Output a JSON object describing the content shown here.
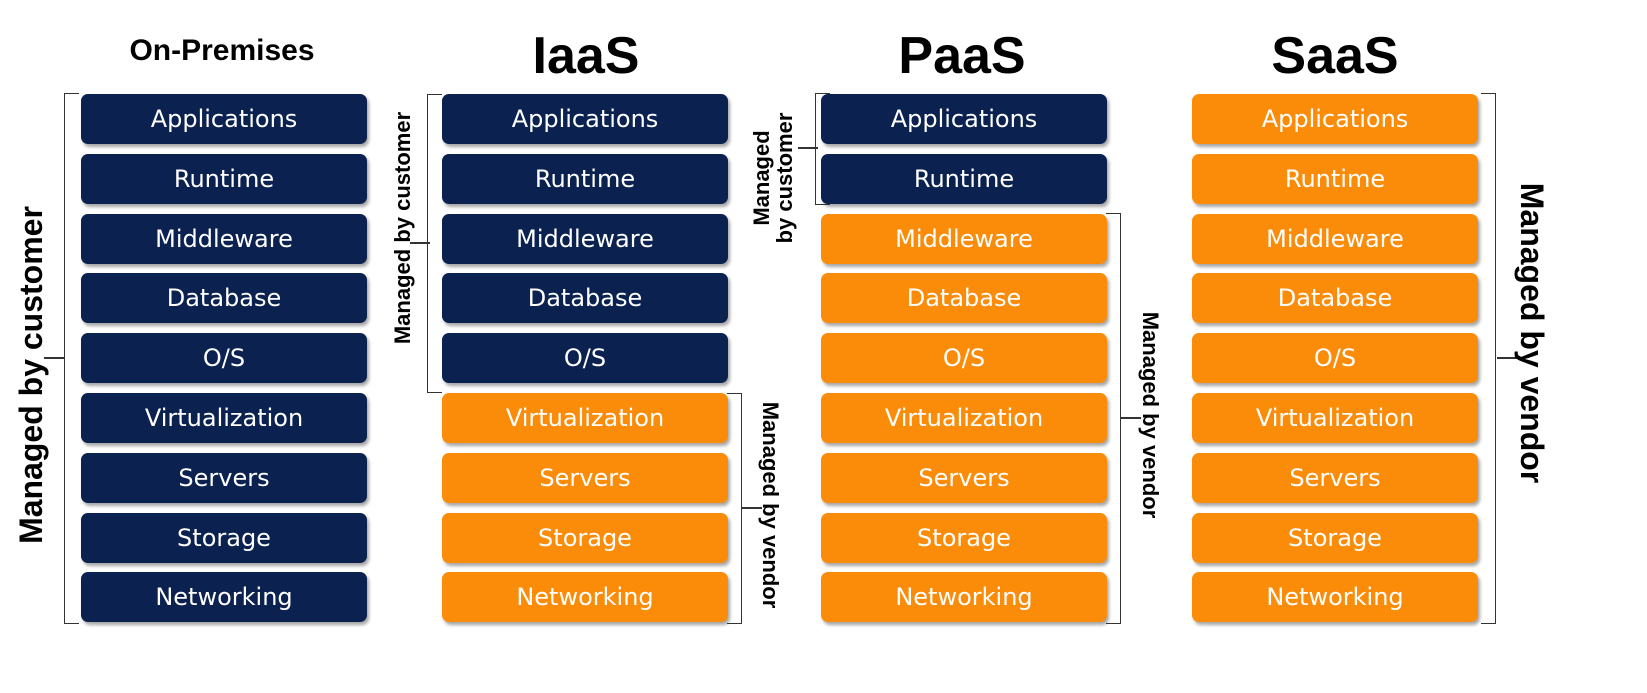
{
  "columns": [
    {
      "heading": "On-Premises",
      "layers": [
        "Applications",
        "Runtime",
        "Middleware",
        "Database",
        "O/S",
        "Virtualization",
        "Servers",
        "Storage",
        "Networking"
      ],
      "customer_count": 9
    },
    {
      "heading": "IaaS",
      "layers": [
        "Applications",
        "Runtime",
        "Middleware",
        "Database",
        "O/S",
        "Virtualization",
        "Servers",
        "Storage",
        "Networking"
      ],
      "customer_count": 5
    },
    {
      "heading": "PaaS",
      "layers": [
        "Applications",
        "Runtime",
        "Middleware",
        "Database",
        "O/S",
        "Virtualization",
        "Servers",
        "Storage",
        "Networking"
      ],
      "customer_count": 2
    },
    {
      "heading": "SaaS",
      "layers": [
        "Applications",
        "Runtime",
        "Middleware",
        "Database",
        "O/S",
        "Virtualization",
        "Servers",
        "Storage",
        "Networking"
      ],
      "customer_count": 0
    }
  ],
  "labels": {
    "onprem_customer": "Managed by customer",
    "iaas_customer": "Managed by customer",
    "iaas_vendor": "Managed by vendor",
    "paas_customer_line1": "Managed",
    "paas_customer_line2": "by customer",
    "paas_vendor": "Managed by vendor",
    "saas_vendor": "Managed by vendor"
  },
  "colors": {
    "customer": "#0b2150",
    "vendor": "#fb8c09"
  }
}
